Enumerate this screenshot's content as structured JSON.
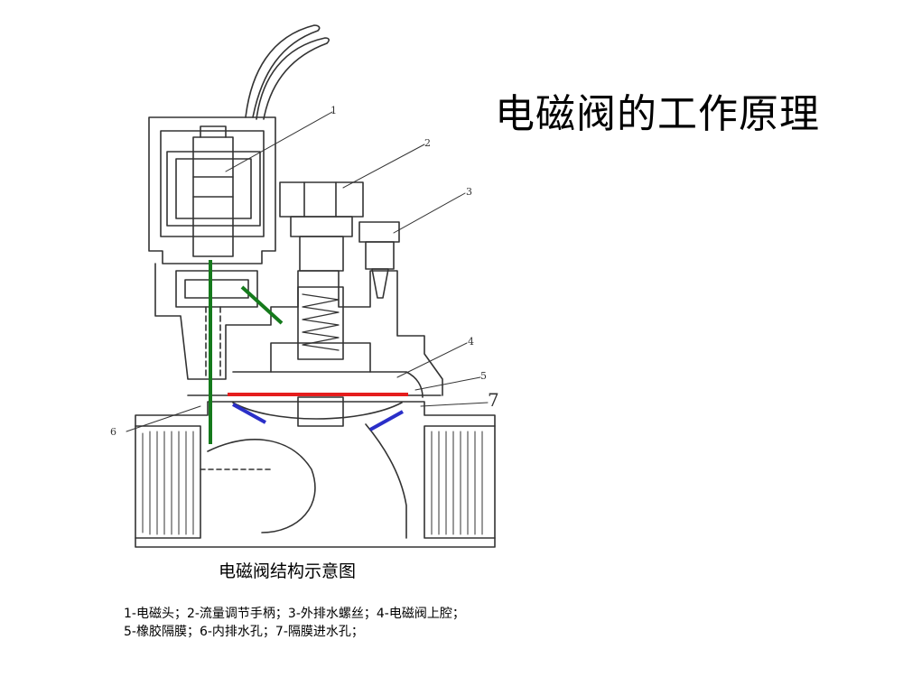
{
  "title": "电磁阀的工作原理",
  "caption": "电磁阀结构示意图",
  "legend": {
    "line1": "1-电磁头；2-流量调节手柄；3-外排水螺丝；4-电磁阀上腔；",
    "line2": "5-橡胶隔膜；6-内排水孔；7-隔膜进水孔；"
  },
  "callouts": {
    "c1": "1",
    "c2": "2",
    "c3": "3",
    "c4": "4",
    "c5": "5",
    "c6": "6",
    "c7": "7"
  },
  "colors": {
    "inner_drain_path": "#157a1c",
    "diaphragm_line": "#e51d1d",
    "inlet_path": "#2a2fc8"
  }
}
